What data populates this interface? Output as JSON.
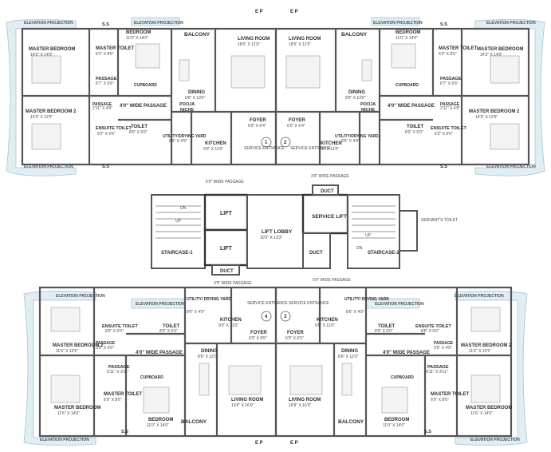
{
  "rooms": {
    "ep": "E P",
    "balcony": "BALCONY",
    "living_room": "LIVING ROOM",
    "living_dim_top": "18'5\" X 11'9\"",
    "living_dim_bot": "10'9\" X 16'0\"",
    "dining": "DINING",
    "dining_dim_top": "9'6\" X 13'6\"",
    "dining_dim_bot": "8'6\" X 12'0\"",
    "foyer": "FOYER",
    "foyer_dim_top": "6'0\" X 6'4\"",
    "foyer_dim_bot": "6'0\" X 6'5\"",
    "kitchen": "KITCHEN",
    "kitchen_dim": "9'0\" X 11'0\"",
    "pooja": "POOJA",
    "niche": "NICHE",
    "utility": "UTILITY/DRYING YARD",
    "utility_short": "UTILITY/ DRYING YARD",
    "utility_dim": "8'6\" X 4'9\"",
    "toilet": "TOILET",
    "toilet_dim": "8'0\" X 6'0\"",
    "ensuite": "ENSUITE TOILET",
    "ensuite_dim": "6'2\" X 6'6\"",
    "ensuite_dim_bot": "8'6\" X 6'0\"",
    "master_bedroom": "MASTER BEDROOM",
    "master_bedroom_dim": "14'3\" X 14'0\"",
    "master_bedroom_dim_bot": "11'6\" X 14'0\"",
    "master_bedroom_2": "MASTER BEDROOM 2",
    "master_bedroom_2_dim": "14'3\" X 12'5\"",
    "master_bedroom_2_dim_bot": "11'6\" X 12'5\"",
    "master_toilet": "MASTER TOILET",
    "master_toilet_dim": "6'2\" X 8'6\"",
    "master_toilet_dim_bot": "6'0\" X 8'6\"",
    "bedroom": "BEDROOM",
    "bedroom_dim": "11'0\" X 14'0\"",
    "passage": "PASSAGE",
    "passage_dim": "6'7\" X 5'6\"",
    "passage_small_dim": "2'11\" X 4'9\"",
    "passage_bot_dim": "6'11\" X 3'11\"",
    "passage_bot_small": "3'5\" X 4'9\"",
    "wide_passage": "4'0\" WIDE PASSAGE",
    "cupboard": "CUPBOARD",
    "ss": "S.S",
    "elevation_projection": "ELEVATION PROJECTION",
    "service_entrance": "SERVICE ENTRANCE"
  },
  "core": {
    "lift": "LIFT",
    "lift_lobby": "LIFT LOBBY",
    "lift_lobby_dim": "10'0\" X 13'3\"",
    "service_lift": "SERVICE LIFT",
    "staircase_1": "STAIRCASE-1",
    "staircase_2": "STAIRCASE-2",
    "duct": "DUCT",
    "servants_toilet": "SERVANT'S TOILET",
    "up": "UP",
    "dn": "DN",
    "passage_5ft": "5'0\" WIDE PASSAGE",
    "passage_3ft": "3'0\" WIDE PASSAGE"
  },
  "flats": {
    "f1": "1",
    "f2": "2",
    "f3": "3",
    "f4": "4"
  },
  "colors": {
    "projection": "#dfeef2",
    "wall": "#555555"
  }
}
